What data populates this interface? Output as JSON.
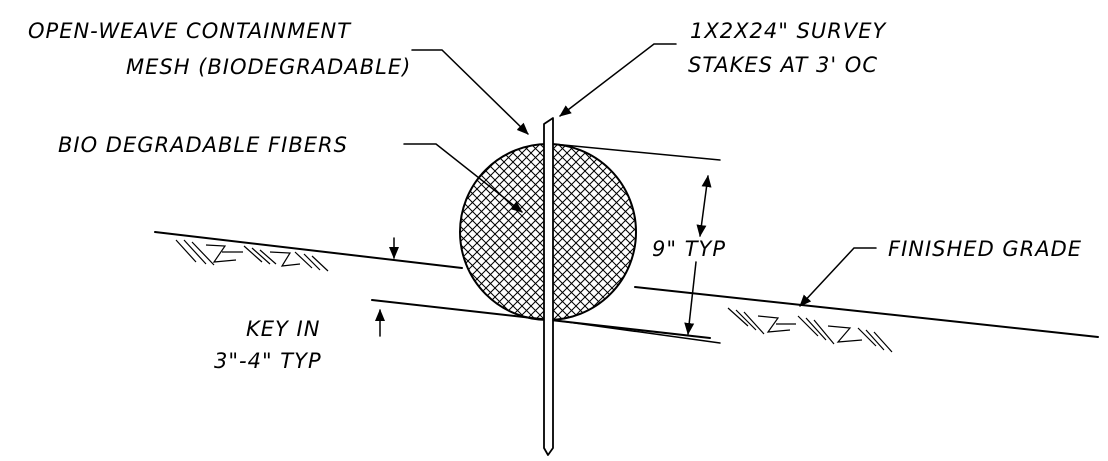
{
  "labels": {
    "mesh_line1": "OPEN-WEAVE CONTAINMENT",
    "mesh_line2": "MESH (BIODEGRADABLE)",
    "stakes_line1": "1X2X24\" SURVEY",
    "stakes_line2": "STAKES AT 3' OC",
    "fibers": "BIO DEGRADABLE FIBERS",
    "diameter": "9\" TYP",
    "grade": "FINISHED GRADE",
    "key_line1": "KEY IN",
    "key_line2": "3\"-4\" TYP"
  }
}
